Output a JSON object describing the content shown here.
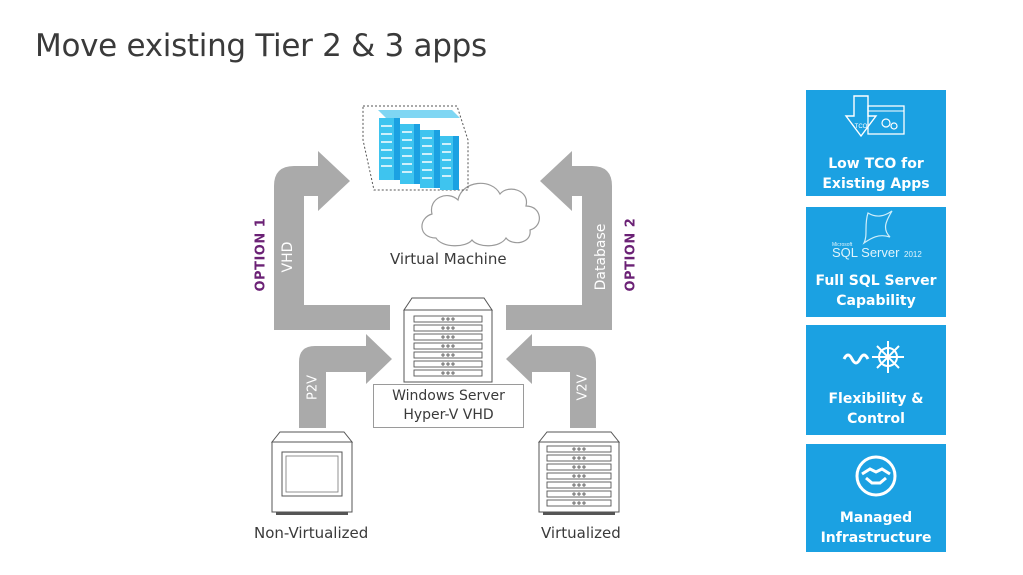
{
  "title": "Move existing Tier 2 & 3 apps",
  "diagram": {
    "virtual_machine_label": "Virtual Machine",
    "option1_label": "OPTION 1",
    "option2_label": "OPTION 2",
    "vhd_label": "VHD",
    "database_label": "Database",
    "p2v_label": "P2V",
    "v2v_label": "V2V",
    "windows_server_line1": "Windows Server",
    "windows_server_line2": "Hyper-V VHD",
    "non_virtualized_label": "Non-Virtualized",
    "virtualized_label": "Virtualized"
  },
  "tiles": [
    {
      "line1": "Low TCO for",
      "line2": "Existing Apps",
      "icon": "tco-download-icon",
      "icon_text": "TCO"
    },
    {
      "line1": "Full SQL Server",
      "line2": "Capability",
      "icon": "sql-server-icon",
      "icon_text_small": "Microsoft",
      "icon_text": "SQL Server",
      "icon_text_year": "2012"
    },
    {
      "line1": "Flexibility &",
      "line2": "Control",
      "icon": "wave-helm-icon"
    },
    {
      "line1": "Managed",
      "line2": "Infrastructure",
      "icon": "handshake-icon"
    }
  ],
  "colors": {
    "arrow_gray": "#aaaaaa",
    "tile_blue": "#1ba1e2",
    "option_purple": "#6b2175",
    "server_teal": "#3ec4ef"
  }
}
